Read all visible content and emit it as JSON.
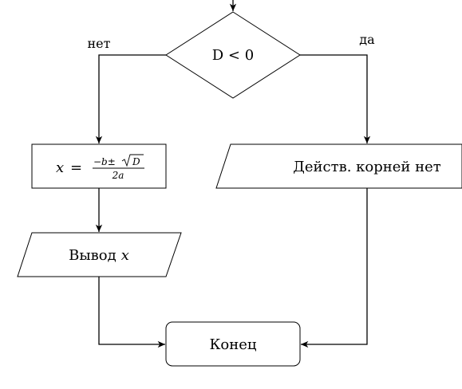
{
  "decision": {
    "condition": "D < 0",
    "no_label": "нет",
    "yes_label": "да"
  },
  "compute": {
    "lhs": "x",
    "equals": "=",
    "numerator_minus_b": "−b±",
    "sqrt_arg": "D",
    "denominator": "2a"
  },
  "output": {
    "prefix": "Вывод",
    "variable": "x"
  },
  "no_roots": {
    "text": "Действ. корней нет"
  },
  "end": {
    "text": "Конец"
  },
  "colors": {
    "stroke": "#000000",
    "fill": "#ffffff"
  }
}
